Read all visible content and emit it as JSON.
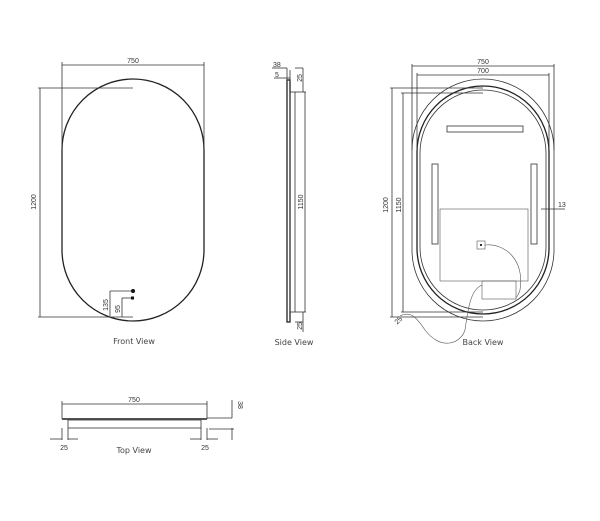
{
  "views": {
    "front": {
      "label": "Front View",
      "dims": {
        "width": "750",
        "height": "1200",
        "sensor_a": "135",
        "sensor_b": "95"
      }
    },
    "side": {
      "label": "Side View",
      "dims": {
        "depth": "38",
        "glass": "5",
        "top_offset": "25",
        "inner_height": "1150",
        "bottom_offset": "25"
      }
    },
    "back": {
      "label": "Back View",
      "dims": {
        "outer_width": "750",
        "inner_width": "700",
        "outer_height": "1200",
        "inner_height": "1150",
        "frame": "13",
        "cable": "25"
      }
    },
    "top": {
      "label": "Top View",
      "dims": {
        "width": "750",
        "depth": "38",
        "left_inset": "25",
        "right_inset": "25"
      }
    }
  },
  "colors": {
    "line": "#333333",
    "background": "#ffffff"
  }
}
